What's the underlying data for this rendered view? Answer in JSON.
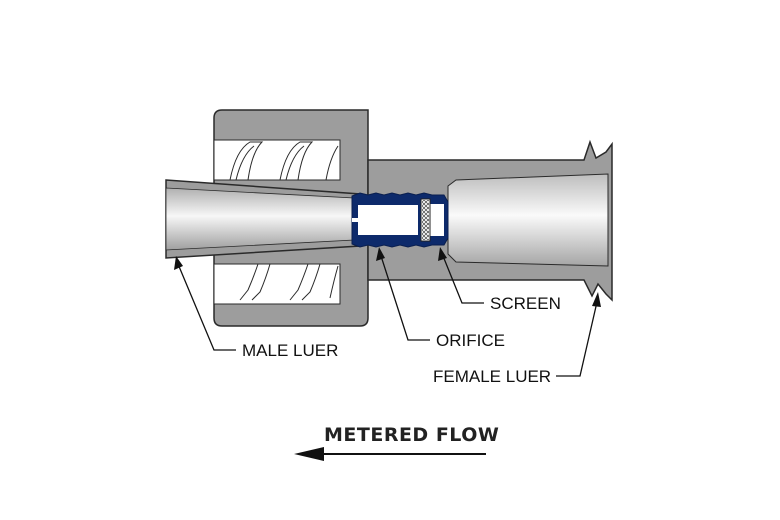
{
  "title": "Luer orifice cross-section diagram",
  "labels": {
    "male_luer": "MALE LUER",
    "orifice": "ORIFICE",
    "screen": "SCREEN",
    "female_luer": "FEMALE LUER",
    "flow": "METERED FLOW"
  },
  "flow_direction": "left",
  "colors": {
    "body": "#9d9d9d",
    "outline": "#2a2a2a",
    "orifice": "#0d2a6b",
    "bore_light": "#f4f4f4",
    "bore_dark": "#a8a8a8",
    "background": "#ffffff",
    "text": "#111111"
  }
}
